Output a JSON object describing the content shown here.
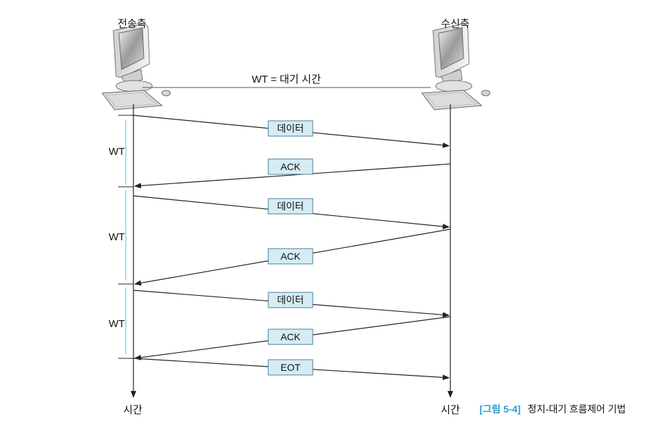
{
  "sender": {
    "label": "전송측",
    "time_label": "시간"
  },
  "receiver": {
    "label": "수신측",
    "time_label": "시간"
  },
  "wt_definition": "WT = 대기 시간",
  "messages": [
    {
      "label": "데이터",
      "direction": "to-receiver"
    },
    {
      "label": "ACK",
      "direction": "to-sender"
    },
    {
      "label": "데이터",
      "direction": "to-receiver"
    },
    {
      "label": "ACK",
      "direction": "to-sender"
    },
    {
      "label": "데이터",
      "direction": "to-receiver"
    },
    {
      "label": "ACK",
      "direction": "to-sender"
    },
    {
      "label": "EOT",
      "direction": "to-receiver"
    }
  ],
  "wait_intervals": [
    "WT",
    "WT",
    "WT"
  ],
  "caption": {
    "number": "[그림 5-4]",
    "title": "정지-대기 흐름제어 기법"
  },
  "colors": {
    "label_box_fill": "#d6ecf5",
    "label_box_stroke": "#4a7f9a",
    "wt_bar": "#9fd2ea",
    "caption_accent": "#2a9bd0",
    "line": "#222222"
  }
}
